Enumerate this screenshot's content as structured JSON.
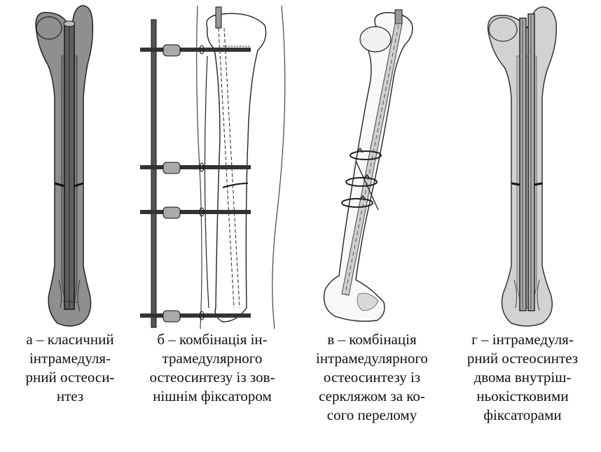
{
  "figure": {
    "panels": [
      {
        "id": "a",
        "caption_lines": [
          "а – класичний",
          "інтрамедуля-",
          "рний остеоси-",
          "нтез"
        ]
      },
      {
        "id": "b",
        "caption_lines": [
          "б – комбінація ін-",
          "трамедулярного",
          "остеосинтезу із зов-",
          "нішнім фіксатором"
        ]
      },
      {
        "id": "c",
        "caption_lines": [
          "в – комбінація",
          "інтрамедулярного",
          "остеосинтезу із",
          "серкляжом за ко-",
          "сого перелому"
        ]
      },
      {
        "id": "d",
        "caption_lines": [
          "г – інтрамедуля-",
          "рний остеосинтез",
          "двома внутріш-",
          "ньокістковими",
          "фіксаторами"
        ]
      }
    ],
    "colors": {
      "bone_gray": "#8f8f8f",
      "bone_light": "#d2d2d2",
      "outline": "#1a1a1a",
      "rod": "#9a9a9a"
    }
  }
}
